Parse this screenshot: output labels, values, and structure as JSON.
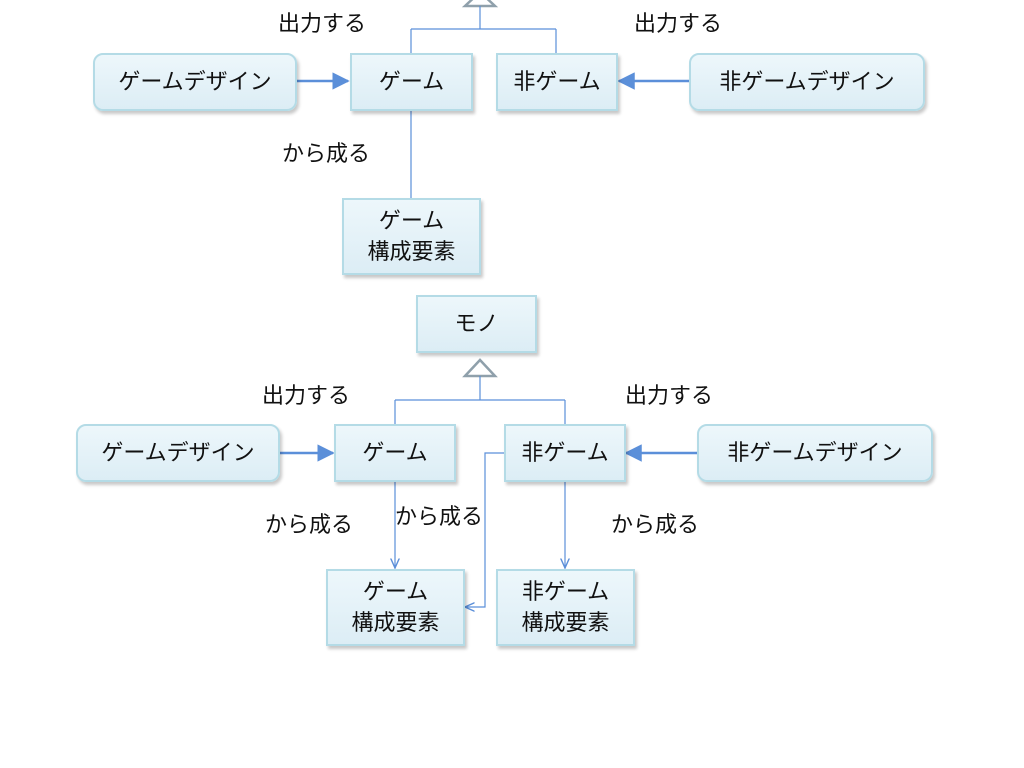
{
  "top": {
    "game_design": "ゲームデザイン",
    "game": "ゲーム",
    "non_game": "非ゲーム",
    "non_game_design": "非ゲームデザイン",
    "game_elements": "ゲーム\n構成要素",
    "outputs_left": "出力する",
    "outputs_right": "出力する",
    "consists_of": "から成る"
  },
  "bottom": {
    "thing": "モノ",
    "game_design": "ゲームデザイン",
    "game": "ゲーム",
    "non_game": "非ゲーム",
    "non_game_design": "非ゲームデザイン",
    "game_elements": "ゲーム\n構成要素",
    "non_game_elements": "非ゲーム\n構成要素",
    "outputs_left": "出力する",
    "outputs_right": "出力する",
    "consists_of_left": "から成る",
    "consists_of_mid": "から成る",
    "consists_of_right": "から成る"
  },
  "colors": {
    "connector": "#5b8fd9",
    "box_border": "#b4dbe6",
    "box_fill": "#e6f3f8",
    "generalization": "#8fa0ab"
  }
}
